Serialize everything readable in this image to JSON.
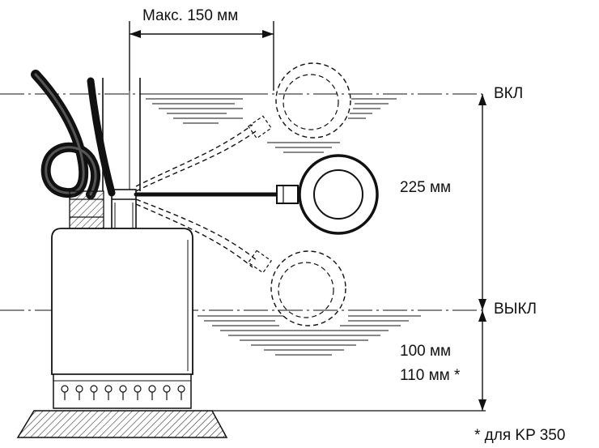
{
  "labels": {
    "max_offset": "Макс. 150 мм",
    "on_level": "ВКЛ",
    "off_level": "ВЫКЛ",
    "span_height": "225 мм",
    "bottom_height_1": "100 мм",
    "bottom_height_2": "110 мм *",
    "footnote": "* для KP 350"
  },
  "colors": {
    "ink": "#111111",
    "background": "#ffffff",
    "base_fill": "#d9d9d9"
  }
}
